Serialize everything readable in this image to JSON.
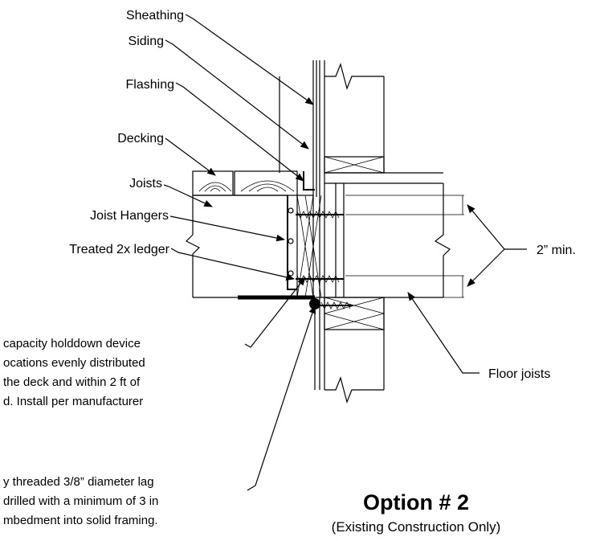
{
  "labels": {
    "sheathing": "Sheathing",
    "siding": "Siding",
    "flashing": "Flashing",
    "decking": "Decking",
    "joists": "Joists",
    "joist_hangers": "Joist Hangers",
    "ledger": "Treated 2x ledger",
    "two_inch_min": "2” min.",
    "floor_joists": "Floor joists"
  },
  "notes": {
    "holddown": [
      "capacity holddown device",
      "ocations evenly distributed",
      " the deck and within 2 ft of",
      "d. Install per manufacturer"
    ],
    "lag": [
      "y threaded 3/8” diameter lag",
      "drilled with a minimum of 3 in",
      "mbedment into solid framing."
    ]
  },
  "caption": {
    "title": "Option # 2",
    "subtitle": "(Existing Construction Only)"
  }
}
